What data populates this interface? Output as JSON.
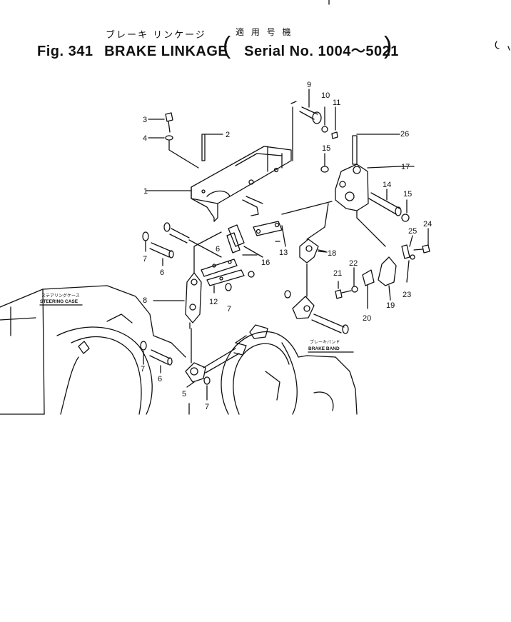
{
  "header": {
    "jp_title": "ブレーキ リンケージ",
    "jp_serial": "適 用 号 機",
    "fig_number": "Fig. 341",
    "fig_name": "BRAKE LINKAGE",
    "serial": "Serial No. 1004～5021"
  },
  "labels": {
    "steering_case_jp": "ステアリングケース",
    "steering_case": "STEERING CASE",
    "brake_band_jp": "ブレーキバンド",
    "brake_band": "BRAKE BAND"
  },
  "callouts": [
    "1",
    "2",
    "3",
    "4",
    "5",
    "6",
    "6",
    "6",
    "7",
    "7",
    "7",
    "7",
    "8",
    "9",
    "10",
    "11",
    "12",
    "13",
    "14",
    "15",
    "15",
    "16",
    "17",
    "18",
    "19",
    "20",
    "21",
    "22",
    "23",
    "24",
    "25",
    "26"
  ]
}
